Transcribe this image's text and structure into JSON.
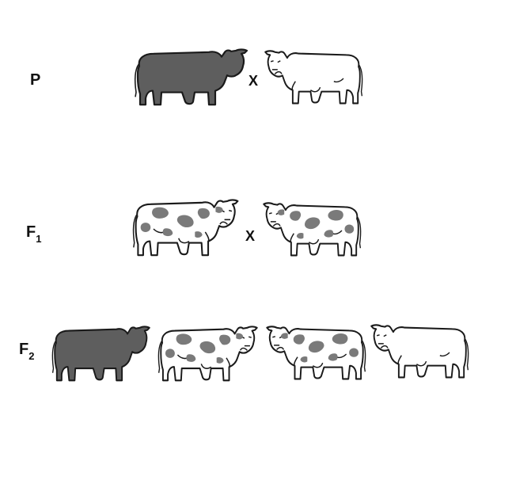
{
  "generations": [
    {
      "id": "P",
      "label": "P",
      "sub": "",
      "cross_symbol": "X",
      "cows": [
        {
          "coat": "solid",
          "facing": "right"
        },
        {
          "coat": "white",
          "facing": "left"
        }
      ]
    },
    {
      "id": "F1",
      "label": "F",
      "sub": "1",
      "cross_symbol": "X",
      "cows": [
        {
          "coat": "spotted",
          "facing": "right"
        },
        {
          "coat": "spotted",
          "facing": "left"
        }
      ]
    },
    {
      "id": "F2",
      "label": "F",
      "sub": "2",
      "cross_symbol": "",
      "cows": [
        {
          "coat": "solid",
          "facing": "right"
        },
        {
          "coat": "spotted",
          "facing": "right"
        },
        {
          "coat": "spotted",
          "facing": "left"
        },
        {
          "coat": "white",
          "facing": "left"
        }
      ]
    }
  ],
  "colors": {
    "solid_coat": "#5e5e5e",
    "white_coat": "#ffffff",
    "spot": "#7a7a7a",
    "outline": "#1a1a1a"
  }
}
